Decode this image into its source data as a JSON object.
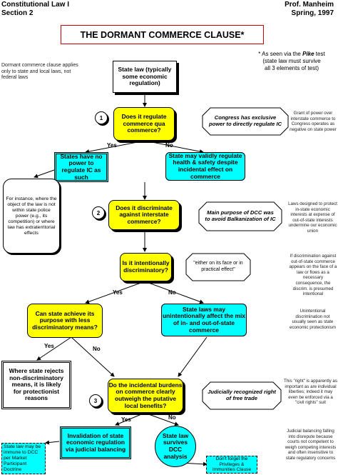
{
  "header": {
    "left_line1": "Constitutional Law I",
    "left_line2": "Section 2",
    "right_line1": "Prof. Manheim",
    "right_line2": "Spring, 1997"
  },
  "title": "THE DORMANT COMMERCE CLAUSE*",
  "footnote": {
    "prefix": "* As seen via the ",
    "pike": "Pike",
    "suffix": " test",
    "line2": "(state law must survive",
    "line3": "all 3 elements of test)"
  },
  "left_note": "Dormant commerce clause applies only to state and local laws, not federal laws",
  "nodes": {
    "start": "State law (typically some economic regulation)",
    "q1": "Does it regulate commerce qua commerce?",
    "no_power": "States have no power to regulate IC as such",
    "validly": "State may validly regulate health & safety despite incidental effect on commerce",
    "q2": "Does it discriminate against interstate commerce?",
    "q_intent": "Is it intentionally discriminatory?",
    "less_disc": "Can state achieve its purpose with less discriminatory means?",
    "unintended": "State laws may unintentionally affect the mix of in- and out-of-state commerce",
    "rejects": "Where state rejects non-discriminatory means, it is likely for protectionist reasons",
    "q3": "Do the incidental burdens on commerce clearly outweigh the putative local benefits?",
    "invalid": "Invalidation of state economic regulation via judicial balancing",
    "survives": "State law survives DCC analysis"
  },
  "callouts": {
    "c1": "Congress has exclusive power to directly regulate IC",
    "c2": "Main purpose of DCC was to avoid Balkanization of IC",
    "c_face": "\"either on its face or in practical effect\"",
    "c3": "Judicially recognized right of free trade",
    "instance": "For instance, where the object of the law is not within state police power (e.g., its competition) or where law has extraterritorial effects",
    "immune": "State law may be immune to DCC per Market Participant Doctrine",
    "privileges": "Don't forget the Privileges & Immunities Clause"
  },
  "step_numbers": [
    "1",
    "2",
    "3"
  ],
  "edge_labels": {
    "yes": "Yes",
    "no": "No"
  },
  "right_notes": {
    "n1": "Grant of power over interstate commerce to Congress operates as negative on state power",
    "n2": "Laws designed to protect in-state economic interests at expense of out-of-state interests undermine our economic union",
    "n3": "If discrimination against out-of-state commerce appears on the face of a law or flows as a necessary consequence, the discrim. is presumed intentional",
    "n4": "Unintentional discrimination not usually seen as state economic protectionism",
    "n5": "This \"right\" is apparently as important as are individual liberties; indeed it may even be enforced via a \"civil rights\" suit",
    "n6": "Judicial balancing falling into disrepute because courts not competent to weigh competing interests and often insensitive to state regulatory concerns"
  },
  "colors": {
    "decision": "#ffff00",
    "outcome": "#00ffff",
    "title_border": "#cc0000"
  }
}
